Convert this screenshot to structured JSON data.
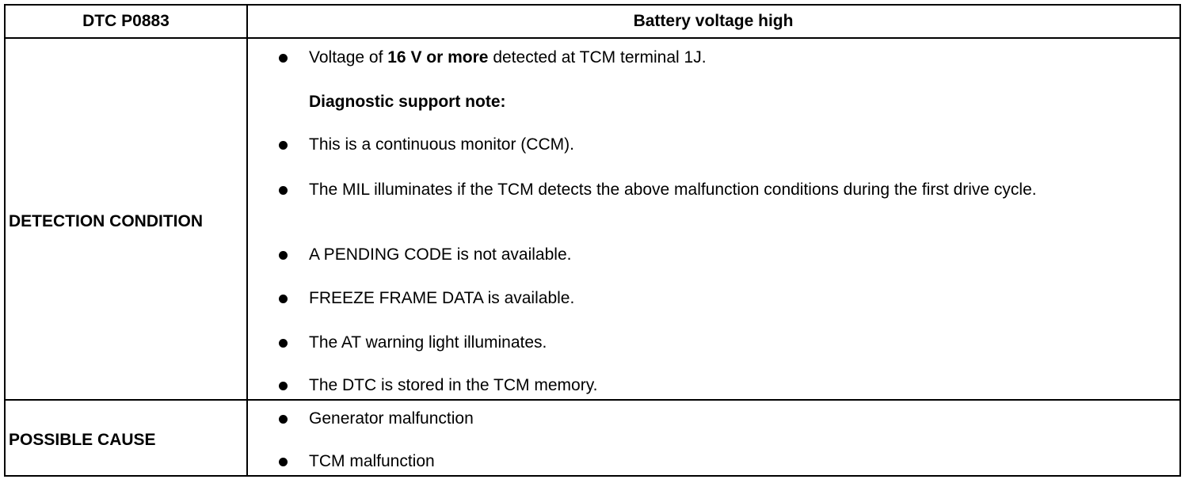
{
  "header": {
    "dtc_code": "DTC P0883",
    "dtc_title": "Battery voltage high"
  },
  "detection": {
    "label": "DETECTION CONDITION",
    "voltage_item": {
      "prefix": "Voltage of ",
      "bold": "16 V or more",
      "suffix": " detected at TCM terminal 1J."
    },
    "note_heading": "Diagnostic support note:",
    "items": [
      "This is a continuous monitor (CCM).",
      "The MIL illuminates if the TCM detects the above malfunction conditions during the first drive cycle.",
      "A PENDING CODE is not available.",
      "FREEZE FRAME DATA is available.",
      "The AT warning light illuminates.",
      "The DTC is stored in the TCM memory."
    ]
  },
  "cause": {
    "label": "POSSIBLE CAUSE",
    "items": [
      "Generator malfunction",
      "TCM malfunction"
    ]
  }
}
